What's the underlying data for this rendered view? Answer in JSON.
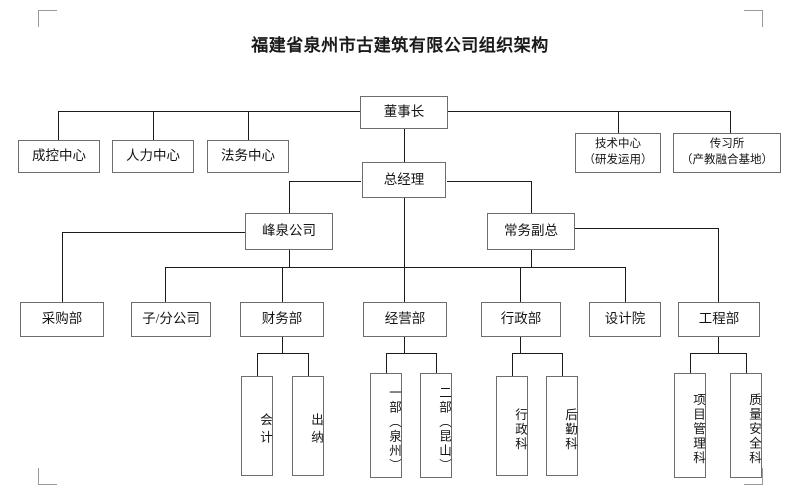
{
  "document": {
    "title": "福建省泉州市古建筑有限公司组织架构",
    "type": "organization-chart",
    "orientation": "top-down"
  },
  "nodes": {
    "chairman": {
      "label": "董事长"
    },
    "cost_control": {
      "label": "成控中心"
    },
    "human_resources": {
      "label": "人力中心"
    },
    "legal_affairs": {
      "label": "法务中心"
    },
    "tech_center": {
      "line1": "技术中心",
      "line2": "（研发运用）"
    },
    "heritage_studio": {
      "line1": "传习所",
      "line2": "（产教融合基地）"
    },
    "general_manager": {
      "label": "总经理"
    },
    "fengquan": {
      "label": "峰泉公司"
    },
    "deputy_gm": {
      "label": "常务副总"
    },
    "purchasing": {
      "label": "采购部"
    },
    "subsidiary": {
      "label": "子/分公司"
    },
    "finance": {
      "label": "财务部"
    },
    "operations": {
      "label": "经营部"
    },
    "administration": {
      "label": "行政部"
    },
    "design_inst": {
      "label": "设计院"
    },
    "engineering": {
      "label": "工程部"
    },
    "accounting": {
      "label": "会计"
    },
    "cashier": {
      "label": "出纳"
    },
    "div_one": {
      "label": "一部（泉州）"
    },
    "div_two": {
      "label": "二部（昆山）"
    },
    "admin_section": {
      "label": "行政科"
    },
    "logistics": {
      "label": "后勤科"
    },
    "project_mgmt": {
      "label": "项目管理科"
    },
    "quality_safety": {
      "label": "质量安全科"
    }
  },
  "colors": {
    "box_border": "#6d6d6d",
    "line": "#1b1b1b",
    "text": "#141414",
    "background": "#ffffff"
  }
}
